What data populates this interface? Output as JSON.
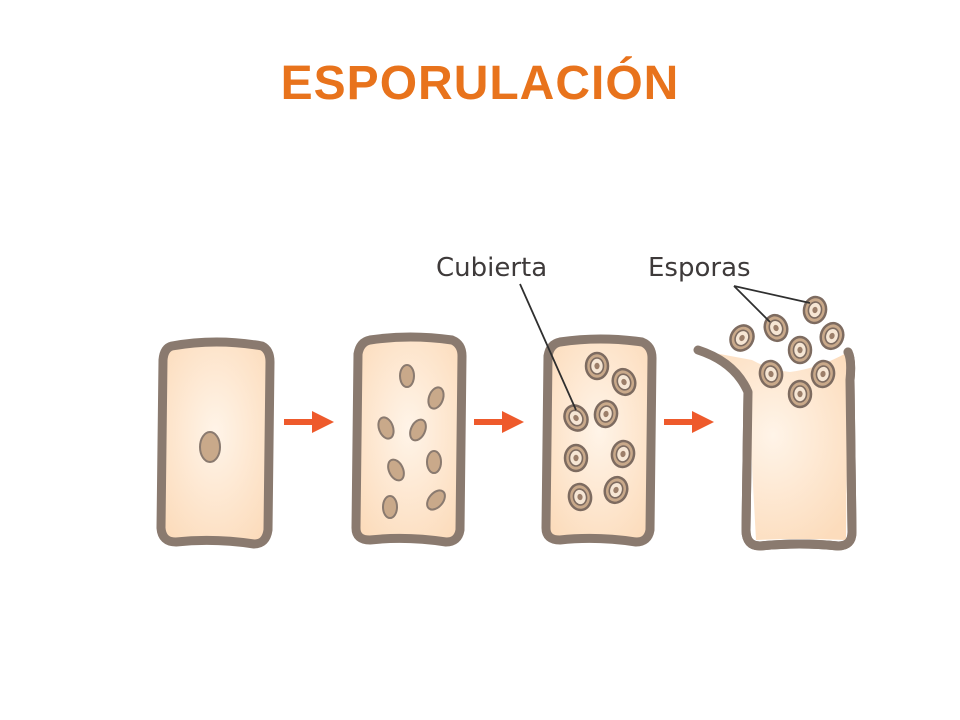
{
  "title": "ESPORULACIÓN",
  "labels": {
    "coat": "Cubierta",
    "spores": "Esporas"
  },
  "colors": {
    "title": "#e8731c",
    "cell_fill": "#fde6cf",
    "cell_outline": "#8a7a6f",
    "arrow": "#ee5a2c",
    "label_text": "#3e3a3a",
    "leader_line": "#2f2f2f"
  }
}
